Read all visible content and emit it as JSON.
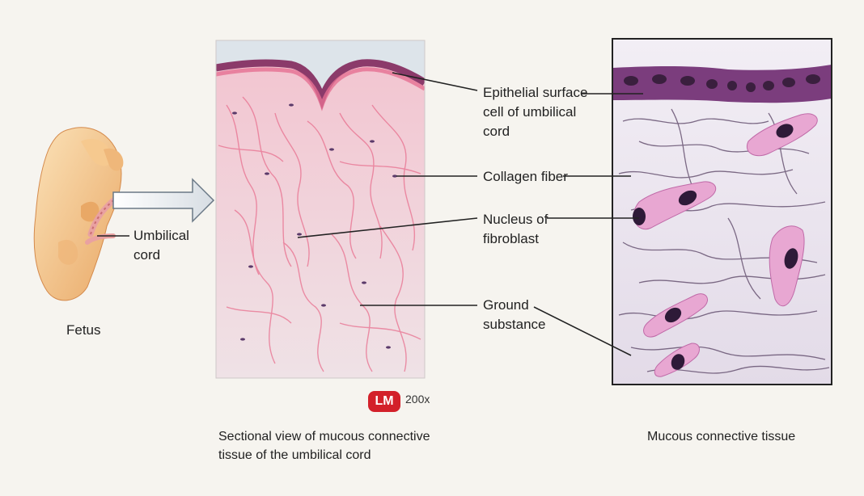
{
  "labels": {
    "umbilical_cord": "Umbilical\ncord",
    "fetus": "Fetus",
    "epithelial": "Epithelial surface\ncell of umbilical\ncord",
    "collagen": "Collagen fiber",
    "nucleus": "Nucleus of\nfibroblast",
    "ground": "Ground\nsubstance"
  },
  "badge": {
    "text": "LM",
    "magnification": "200x"
  },
  "captions": {
    "micrograph": "Sectional view of mucous connective\ntissue of the umbilical cord",
    "illustration": "Mucous connective tissue"
  },
  "colors": {
    "badge": "#d3202a",
    "stain_pink": "#ef8aa8",
    "epithelium_purple": "#7a3a78"
  }
}
